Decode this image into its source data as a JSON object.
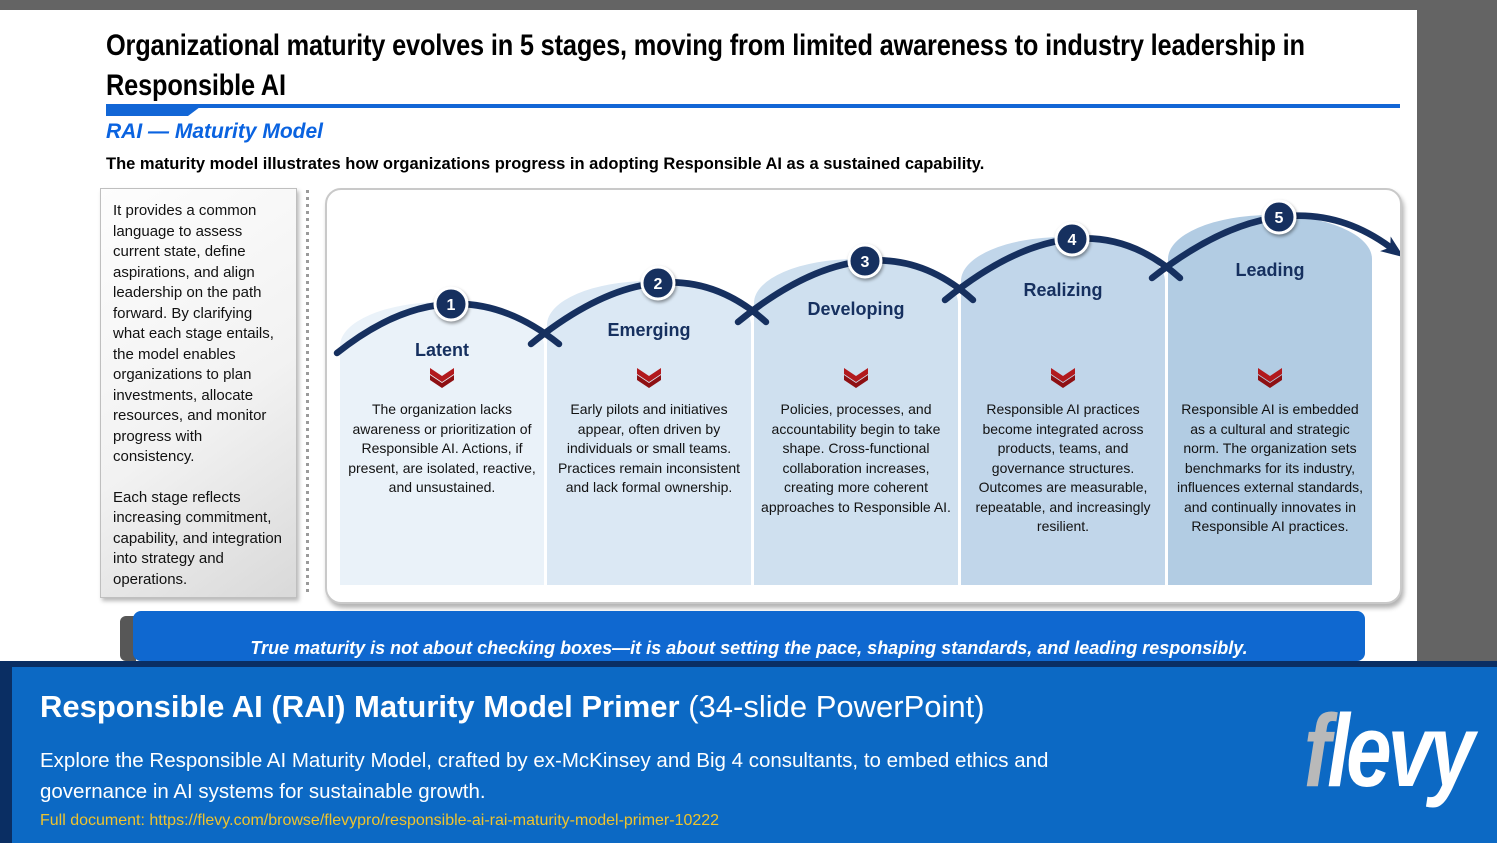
{
  "slide": {
    "title": "Organizational maturity evolves in 5 stages, moving from limited awareness to industry leadership in Responsible AI",
    "section_label": "RAI — Maturity Model",
    "lead": "The maturity model illustrates how organizations progress in adopting Responsible AI as a sustained capability.",
    "sidebar": {
      "para1": "It provides a common language to assess current state, define aspirations, and align leadership on the path forward. By clarifying what each stage entails, the model enables organizations to plan investments, allocate resources, and monitor progress with consistency.",
      "para2": "Each stage reflects increasing commitment, capability, and integration into strategy and operations."
    },
    "stages": [
      {
        "number": "1",
        "name": "Latent",
        "description": "The organization lacks awareness or prioritization of Responsible AI. Actions, if present, are isolated, reactive, and unsustained.",
        "color": "#eaf2f9"
      },
      {
        "number": "2",
        "name": "Emerging",
        "description": "Early pilots and initiatives appear, often driven by individuals or small teams. Practices remain inconsistent and lack formal ownership.",
        "color": "#dbe8f4"
      },
      {
        "number": "3",
        "name": "Developing",
        "description": "Policies, processes, and accountability begin to take shape. Cross-functional collaboration increases, creating more coherent approaches to Responsible AI.",
        "color": "#cfe0ef"
      },
      {
        "number": "4",
        "name": "Realizing",
        "description": "Responsible AI practices become integrated across products, teams, and governance structures. Outcomes are measurable, repeatable, and increasingly resilient.",
        "color": "#c1d6ea"
      },
      {
        "number": "5",
        "name": "Leading",
        "description": "Responsible AI is embedded as a cultural and strategic norm. The organization sets benchmarks for its industry, influences external standards, and continually innovates in Responsible AI practices.",
        "color": "#b2cce3"
      }
    ],
    "banner_text": "True maturity is not about checking boxes—it is about setting the pace, shaping standards, and leading responsibly."
  },
  "footer": {
    "title": "Responsible AI (RAI) Maturity Model Primer",
    "title_suffix": " (34-slide PowerPoint)",
    "description": "Explore the Responsible AI Maturity Model, crafted by ex-McKinsey and Big 4 consultants, to embed ethics and governance in AI systems for sustainable growth.",
    "link": "Full document: https://flevy.com/browse/flevypro/responsible-ai-rai-maturity-model-primer-10222",
    "logo": {
      "first_letter": "f",
      "rest": "levy"
    }
  },
  "colors": {
    "accent_blue": "#1266d6",
    "section_label_blue": "#0a63e0",
    "navy": "#16305f",
    "chevron_red_top": "#b2191d",
    "chevron_red_bottom": "#8e1013",
    "banner_blue": "#0f68d0",
    "footer_blue": "#0c69c4",
    "footer_border_navy": "#0a2e63",
    "footer_link_yellow": "#eec32e",
    "logo_gray": "#b9b9b9",
    "page_surround_gray": "#646464"
  }
}
